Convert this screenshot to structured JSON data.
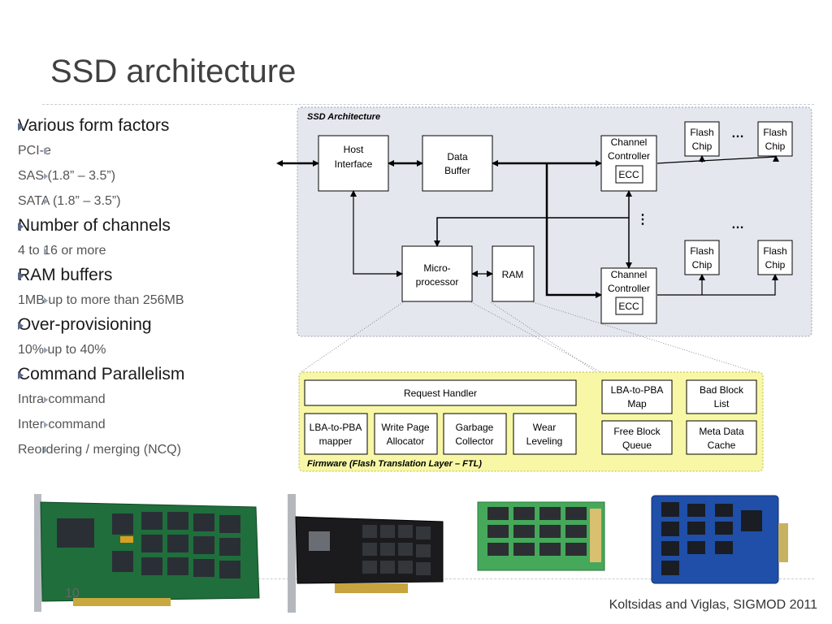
{
  "slide": {
    "title": "SSD architecture",
    "page_number": "10",
    "credit": "Koltsidas and Viglas, SIGMOD 2011"
  },
  "bullets": [
    {
      "text": "Various form factors",
      "children": [
        "PCI-e",
        "SAS (1.8” – 3.5”)",
        "SATA (1.8” – 3.5”)"
      ]
    },
    {
      "text": "Number of channels",
      "children": [
        "4 to 16 or more"
      ]
    },
    {
      "text": "RAM buffers",
      "children": [
        "1MB up to more than 256MB"
      ]
    },
    {
      "text": "Over-provisioning",
      "children": [
        "10% up to 40%"
      ]
    },
    {
      "text": "Command Parallelism",
      "children": [
        "Intra-command",
        "Inter-command",
        "Reordering / merging (NCQ)"
      ]
    }
  ],
  "diagram": {
    "title": "SSD Architecture",
    "host_interface": [
      "Host",
      "Interface"
    ],
    "data_buffer": [
      "Data",
      "Buffer"
    ],
    "microprocessor": [
      "Micro-",
      "processor"
    ],
    "ram": "RAM",
    "channel_controller": [
      "Channel",
      "Controller"
    ],
    "ecc": "ECC",
    "flash_chip": [
      "Flash",
      "Chip"
    ],
    "ellipsis": "…",
    "vertical_ellipsis": "⋮",
    "colors": {
      "architecture_bg": "#e4e7ee",
      "firmware_bg": "#f8f7a6"
    }
  },
  "firmware": {
    "title": "Firmware (Flash Translation Layer – FTL)",
    "request_handler": "Request Handler",
    "lba_mapper": [
      "LBA-to-PBA",
      "mapper"
    ],
    "write_page": [
      "Write Page",
      "Allocator"
    ],
    "garbage": [
      "Garbage",
      "Collector"
    ],
    "wear": [
      "Wear",
      "Leveling"
    ],
    "lba_map": [
      "LBA-to-PBA",
      "Map"
    ],
    "bad_block": [
      "Bad Block",
      "List"
    ],
    "free_block": [
      "Free Block",
      "Queue"
    ],
    "meta_data": [
      "Meta Data",
      "Cache"
    ]
  },
  "photos": [
    {
      "name": "pcie-card-green"
    },
    {
      "name": "pcie-card-black"
    },
    {
      "name": "sata-board-green"
    },
    {
      "name": "ssd-board-blue"
    }
  ]
}
